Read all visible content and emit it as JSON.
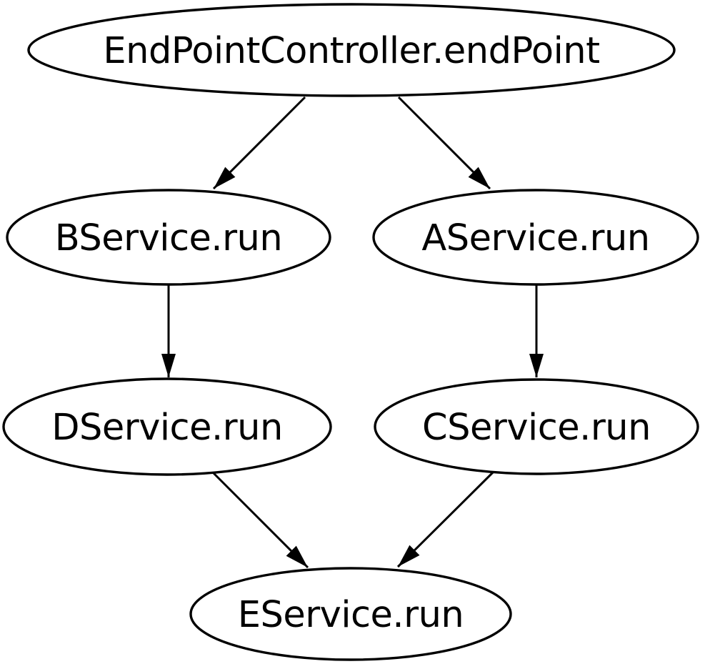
{
  "diagram": {
    "type": "directed-graph",
    "background_color": "#ffffff",
    "node_fill_color": "#ffffff",
    "node_stroke_color": "#000000",
    "edge_color": "#000000",
    "text_color": "#000000",
    "nodes": [
      {
        "id": "endpoint",
        "label": "EndPointController.endPoint"
      },
      {
        "id": "bservice",
        "label": "BService.run"
      },
      {
        "id": "aservice",
        "label": "AService.run"
      },
      {
        "id": "dservice",
        "label": "DService.run"
      },
      {
        "id": "cservice",
        "label": "CService.run"
      },
      {
        "id": "eservice",
        "label": "EService.run"
      }
    ],
    "edges": [
      {
        "from": "EndPointController.endPoint",
        "to": "BService.run"
      },
      {
        "from": "EndPointController.endPoint",
        "to": "AService.run"
      },
      {
        "from": "BService.run",
        "to": "DService.run"
      },
      {
        "from": "AService.run",
        "to": "CService.run"
      },
      {
        "from": "DService.run",
        "to": "EService.run"
      },
      {
        "from": "CService.run",
        "to": "EService.run"
      }
    ]
  }
}
